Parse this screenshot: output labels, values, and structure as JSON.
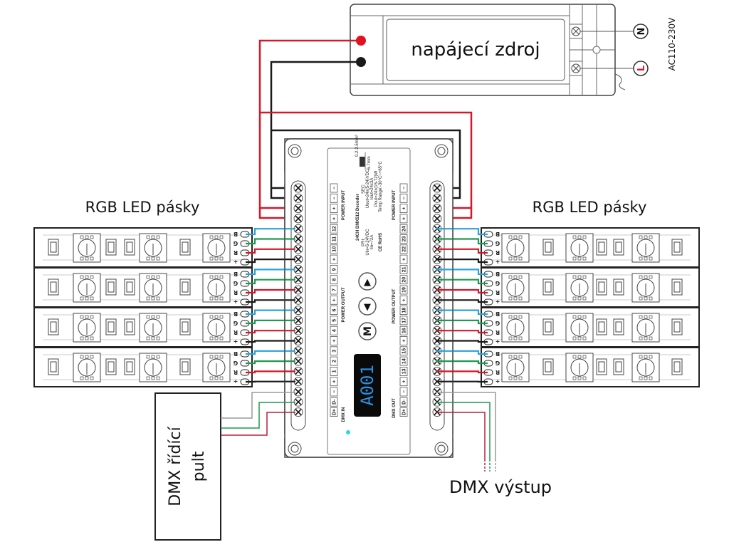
{
  "power_supply": {
    "label": "napájecí zdroj",
    "ac_label": "AC110-230V",
    "neutral_label": "N",
    "live_label": "L"
  },
  "strip_groups": {
    "left_title": "RGB LED pásky",
    "right_title": "RGB LED pásky",
    "pin_labels": [
      "B",
      "G",
      "R",
      "+"
    ]
  },
  "decoder": {
    "model": "24CH DMX512 Decoder",
    "pri": "PRI:",
    "pri_voltage": "Uin=5-24VDC",
    "pri_current": "Iin=72A",
    "sec": "SEC:",
    "sec_voltage": "Uout=24x(5-24)VDC",
    "sec_current": "Iout=24x3A",
    "sec_power": "Pout=24x(15-72)W",
    "temp": "Temp Range:-30°C~+65°C",
    "certs": "CE RoHS",
    "wire_gauge": "0.2-2.5mm²",
    "strip_len": "6-7mm",
    "display": "A001",
    "button_up": "▲",
    "button_down": "▼",
    "button_menu": "M",
    "section_power_input": "POWER INPUT",
    "section_power_output": "POWER OUTPUT",
    "section_dmx_in": "DMX IN",
    "section_dmx_out": "DMX OUT",
    "left_terminals": [
      "−",
      "−",
      "+",
      "+",
      "12",
      "11",
      "10",
      "+",
      "9",
      "8",
      "7",
      "+",
      "6",
      "5",
      "4",
      "+",
      "3",
      "2",
      "1",
      "+",
      "−",
      "D-",
      "D+"
    ],
    "right_terminals": [
      "−",
      "−",
      "+",
      "+",
      "24",
      "23",
      "22",
      "+",
      "21",
      "20",
      "19",
      "+",
      "18",
      "17",
      "16",
      "+",
      "15",
      "14",
      "13",
      "+",
      "−",
      "D-",
      "D+"
    ]
  },
  "dmx_console": {
    "label_line1": "DMX řídící",
    "label_line2": "pult"
  },
  "dmx_output": {
    "label": "DMX výstup"
  },
  "colors": {
    "red": "#d3182a",
    "black": "#1a1a1a",
    "blue": "#2aa3d8",
    "green": "#1e9a50",
    "gray": "#9a9a9a",
    "display_bg": "#0a0a0a",
    "display_digits": "#2b8fe0",
    "led": "#2fd3e6"
  }
}
